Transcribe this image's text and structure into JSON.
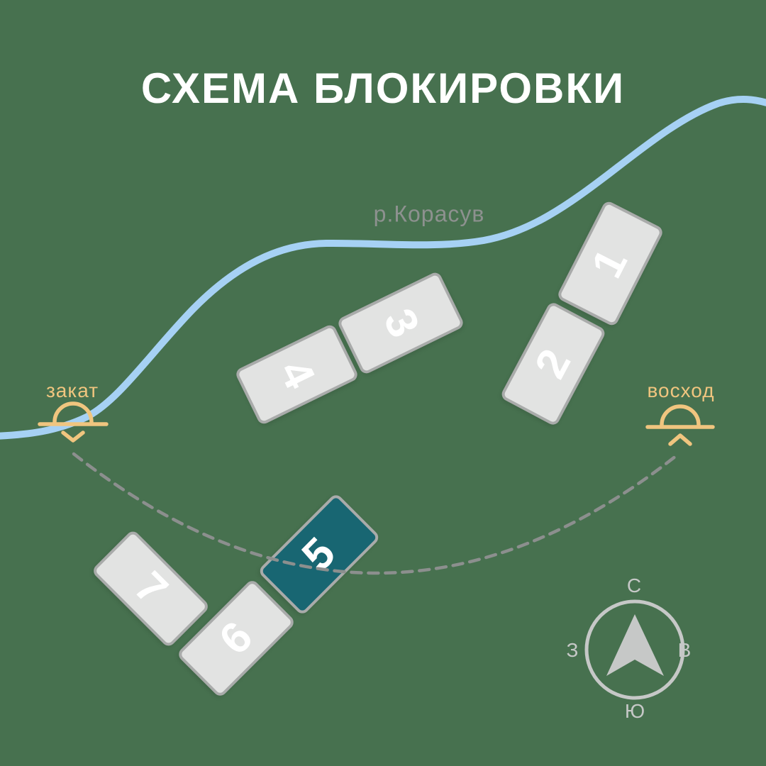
{
  "title": "СХЕМА БЛОКИРОВКИ",
  "river": {
    "label": "р.Корасув"
  },
  "sun": {
    "sunset_label": "закат",
    "sunrise_label": "восход"
  },
  "blocks": [
    {
      "id": 1,
      "label": "1",
      "highlighted": false
    },
    {
      "id": 2,
      "label": "2",
      "highlighted": false
    },
    {
      "id": 3,
      "label": "3",
      "highlighted": false
    },
    {
      "id": 4,
      "label": "4",
      "highlighted": false
    },
    {
      "id": 5,
      "label": "5",
      "highlighted": true
    },
    {
      "id": 6,
      "label": "6",
      "highlighted": false
    },
    {
      "id": 7,
      "label": "7",
      "highlighted": false
    }
  ],
  "compass": {
    "north": "С",
    "east": "В",
    "south": "Ю",
    "west": "З"
  },
  "colors": {
    "bg": "#47714f",
    "title": "#ffffff",
    "block_fill": "#e2e3e2",
    "block_border": "#a9abaa",
    "highlight": "#186672",
    "river": "#a6d1f4",
    "sun": "#f0c57f",
    "dash": "#8c8f8e",
    "compass": "#c6c8c7",
    "label_gray": "#8d918f"
  }
}
